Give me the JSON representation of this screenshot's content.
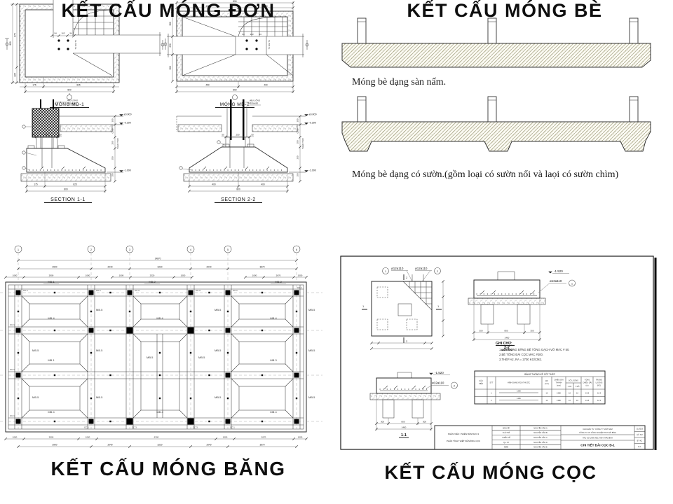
{
  "titles": {
    "q1": "KẾT CẤU MÓNG ĐƠN",
    "q2": "KẾT CẤU MÓNG BÈ",
    "q3": "KẾT CẤU MÓNG BĂNG",
    "q4": "KẾT CẤU MÓNG CỌC"
  },
  "mong_don": {
    "md1": {
      "label": "MÓNG MD-1",
      "dim_left_total": "800",
      "dim_left_upper": "675",
      "dim_left_lower": "225",
      "dim_top": [
        "94",
        "163",
        "94"
      ],
      "dim_side": "74 102 74",
      "dim_bot": [
        "175",
        "625"
      ],
      "dim_bot_total": "800"
    },
    "md2": {
      "label": "MÓNG MD-2",
      "dim_top_total": "850",
      "dim_top": [
        "450",
        "400"
      ],
      "dim_left": [
        "300",
        "250",
        "300"
      ],
      "dim_bot": [
        "450",
        "400"
      ],
      "dim_bot_total": "850",
      "dim_plate": [
        "94",
        "163",
        "94"
      ],
      "dim_side": "74 102 74"
    },
    "s11": {
      "label": "SECTION 1-1",
      "bolt1": "4BU LÔNG",
      "bolt2": "Ø20x650",
      "elev0": "±0.000",
      "elev1": "-0.300",
      "elev2": "-1.000",
      "right_dims": [
        "300",
        "(250)",
        "200",
        "250",
        "100"
      ],
      "note": "THEO TK/C",
      "neck": [
        "50",
        "250",
        "50"
      ],
      "dim_bot": [
        "175",
        "625"
      ],
      "dim_bot_total": "800"
    },
    "s22": {
      "label": "SECTION 2-2",
      "bolt1": "4BU LÔNG",
      "bolt2": "Ø20x650",
      "elev0": "±0.000",
      "elev1": "-0.300",
      "elev2": "-1.000",
      "right_dims": [
        "300",
        "(250)",
        "200",
        "250",
        "100"
      ],
      "note": "THEO TK/C",
      "neck": [
        "50",
        "250",
        "50"
      ],
      "dim_bot": [
        "400",
        "400"
      ],
      "dim_bot_total": "800"
    }
  },
  "mong_be": {
    "caption1": "Móng bè dạng sàn nấm.",
    "caption2": "Móng bè dạng có sườn.(gồm loại có sườn nổi và laọi có sườn chìm)"
  },
  "mong_bang": {
    "grid": [
      "1",
      "2",
      "3",
      "4",
      "5",
      "6"
    ],
    "total": "14870",
    "spans": [
      "3900",
      "2040",
      "3220",
      "2040",
      "3670"
    ],
    "top_sub": [
      "1000",
      "2900",
      "1000",
      "1000",
      "2320",
      "1000",
      "1000",
      "2670",
      "1000"
    ],
    "strips_top": [
      "MB.1",
      "MB.2",
      "MB.3"
    ],
    "bot_sub": [
      "1000",
      "2900",
      "1000",
      "6300",
      "1000",
      "2670",
      "1000"
    ],
    "bot_spans": [
      "3900",
      "2040",
      "3220",
      "2040",
      "3670"
    ],
    "labels": {
      "mb1": "MB.1",
      "mb3": "MB.3",
      "mb4": "MB.4",
      "mb5": "MB.5",
      "cc1": "CC.1",
      "cc3": "CC.3"
    }
  },
  "mong_coc": {
    "plan": {
      "rebar_left": "ø12a110",
      "rebar_right": "ø12a110",
      "c1": "1",
      "c2": "2",
      "m1": "1",
      "m2": "2"
    },
    "s22": {
      "label": "2-2",
      "elev": "-1.520",
      "rebar": "ø12a110",
      "callout": "1",
      "dims": [
        "300",
        "800",
        "300"
      ],
      "total": "1400"
    },
    "s11": {
      "label": "1-1",
      "elev": "-1.520",
      "rebar": "ø12a110",
      "callout": "2",
      "dims": [
        "300",
        "800",
        "300"
      ],
      "total": "1400"
    },
    "notes": {
      "header": "GHI CHÚ:",
      "l1": "1.LÓT MÓNG BẰNG BÊ TÔNG GẠCH VỠ MÁC # 50.",
      "l2": "2.BÊ TÔNG ĐÀI CỌC MÁC #200.",
      "l3": "3.THÉP A2, RA = 2700 KG/CM2."
    },
    "table": {
      "title": "BẢNG THỐNG KÊ CỐT THÉP",
      "h_cau": "CẤU",
      "h_kien": "KIỆN",
      "h_stt": "STT",
      "h_shape": "HÌNH DẠNG KÍCH THƯỚC",
      "h_dk": "ĐK",
      "h_dk2": "(mm)",
      "h_len1": "CHIỀU DÀI",
      "h_len2": "THANH",
      "h_len3": "(mm)",
      "h_qty": "SỐ LƯỢNG",
      "h_q1": "1 CK",
      "h_q2": "T.SỐ",
      "h_tot1": "TỔNG",
      "h_tot2": "CHIỀU DÀI",
      "h_tot3": "(m)",
      "h_wt1": "TRỌNG",
      "h_wt2": "LƯỢNG",
      "h_wt3": "(KG)",
      "rows": [
        {
          "stt": "1",
          "shape": "1380",
          "dk": "12",
          "len": "1380",
          "q1": "10",
          "q2": "10",
          "tot": "13.8",
          "wt": "12.3"
        },
        {
          "stt": "2",
          "shape": "1380",
          "dk": "12",
          "len": "1380",
          "q1": "10",
          "q2": "10",
          "tot": "13.8",
          "wt": "12.3"
        }
      ]
    },
    "titleblock": {
      "left1": "PHẦN VIỆC: PHIÊN BẢN B2 D.3",
      "left2": "PHÂN TÍCH THIẾT KẾ MÓNG CỌC",
      "roles": [
        "BẢN VẼ",
        "CHỦ TRÌ",
        "THIẾT KẾ",
        "Q.L KT",
        "KIỂM"
      ],
      "names": [
        "NGUYỄN VĂN A",
        "NGUYỄN VĂN B",
        "NGUYỄN VĂN C",
        "NGUYỄN VĂN D",
        "NGUYỄN VĂN E"
      ],
      "org1": "CHỦ ĐẦU TƯ: CÔNG TY VIỆT NAM",
      "org2": "CÔNG TY CP CÔNG NGHIỆP TM THÁI BÌNH",
      "project": "TRỤ SỞ LÀM VIỆC TỈNH THÁI BÌNH",
      "sheet_title": "CHI TIẾT ĐÀI CỌC Đ-1",
      "cells": [
        "11/2023",
        "HỒ SƠ",
        "BT-KC",
        "Đ-1"
      ]
    }
  }
}
